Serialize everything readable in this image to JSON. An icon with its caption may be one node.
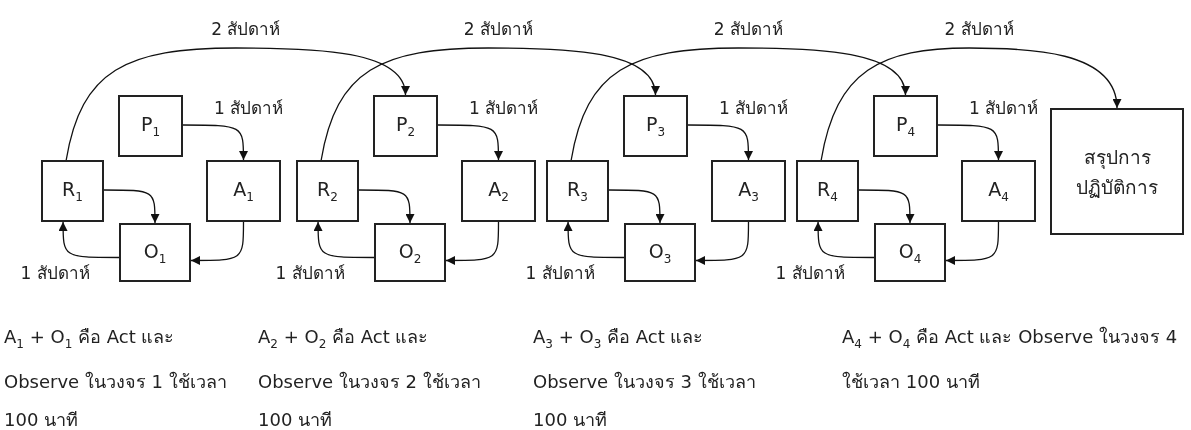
{
  "diagram": {
    "nodes": [
      {
        "text": [
          "P$_{1}$"
        ]
      },
      {
        "text": [
          "R$_{1}$"
        ]
      },
      {
        "text": [
          "A$_{1}$"
        ]
      },
      {
        "text": [
          "O$_{1}$"
        ]
      },
      {
        "text": [
          "P$_{2}$"
        ]
      },
      {
        "text": [
          "R$_{2}$"
        ]
      },
      {
        "text": [
          "A$_{2}$"
        ]
      },
      {
        "text": [
          "O$_{2}$"
        ]
      },
      {
        "text": [
          "P$_{3}$"
        ]
      },
      {
        "text": [
          "R$_{3}$"
        ]
      },
      {
        "text": [
          "A$_{3}$"
        ]
      },
      {
        "text": [
          "O$_{3}$"
        ]
      },
      {
        "text": [
          "P$_{4}$"
        ]
      },
      {
        "text": [
          "R$_{4}$"
        ]
      },
      {
        "text": [
          "A$_{4}$"
        ]
      },
      {
        "text": [
          "O$_{4}$"
        ]
      },
      {
        "text": [
          "สรุปการปฏิบัติการ"
        ]
      }
    ],
    "edges": [
      {
        "from": 0,
        "to": 2,
        "arrow": "to",
        "label": "1 สัปดาห์"
      },
      {
        "from": 2,
        "to": 3,
        "arrow": "to"
      },
      {
        "from": 3,
        "to": 1,
        "arrow": "to",
        "label": "1 สัปดาห์"
      },
      {
        "from": 1,
        "to": 3,
        "arrow": "to"
      },
      {
        "from": 1,
        "to": 4,
        "arrow": "to",
        "label": "2 สัปดาห์"
      },
      {
        "from": 4,
        "to": 6,
        "arrow": "to",
        "label": "1 สัปดาห์"
      },
      {
        "from": 6,
        "to": 7,
        "arrow": "to"
      },
      {
        "from": 7,
        "to": 5,
        "arrow": "to",
        "label": "1 สัปดาห์"
      },
      {
        "from": 5,
        "to": 7,
        "arrow": "to"
      },
      {
        "from": 5,
        "to": 8,
        "arrow": "to",
        "label": "2 สัปดาห์"
      },
      {
        "from": 8,
        "to": 10,
        "arrow": "to",
        "label": "1 สัปดาห์"
      },
      {
        "from": 10,
        "to": 11,
        "arrow": "to"
      },
      {
        "from": 11,
        "to": 9,
        "arrow": "to",
        "label": "1 สัปดาห์"
      },
      {
        "from": 9,
        "to": 11,
        "arrow": "to"
      },
      {
        "from": 9,
        "to": 12,
        "arrow": "to",
        "label": "2 สัปดาห์"
      },
      {
        "from": 12,
        "to": 14,
        "arrow": "to",
        "label": "1 สัปดาห์"
      },
      {
        "from": 14,
        "to": 15,
        "arrow": "to"
      },
      {
        "from": 15,
        "to": 13,
        "arrow": "to",
        "label": "1 สัปดาห์"
      },
      {
        "from": 13,
        "to": 15,
        "arrow": "to"
      },
      {
        "from": 13,
        "to": 16,
        "arrow": "to",
        "label": "2 สัปดาห์"
      }
    ],
    "labels": [
      "A$_{1}$ + O$_{1}$  คือ Act และ Observe ในวงจร 1 ใช้เวลา 100 นาที",
      "A$_{2}$ + O$_{2}$  คือ Act และ Observe ในวงจร 2 ใช้เวลา 100 นาที",
      "A$_{3}$ + O$_{3}$  คือ Act และ Observe ในวงจร 3 ใช้เวลา 100 นาที",
      "A$_{4}$ + O$_{4}$  คือ Act และ Observe ในวงจร 4 ใช้เวลา 100 นาที"
    ]
  }
}
